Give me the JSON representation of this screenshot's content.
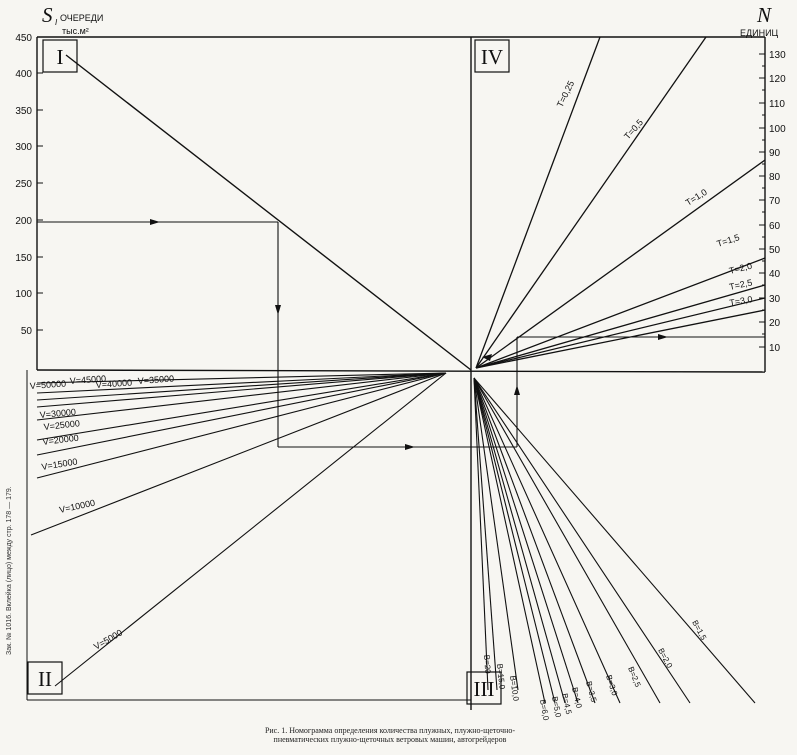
{
  "title_s": "S",
  "title_sub": "I",
  "title_word": "ОЧЕРЕДИ",
  "title_unit": "тыс.м²",
  "right_title_n": "N",
  "right_title_unit": "ЕДИНИЦ",
  "quadrants": [
    "I",
    "II",
    "III",
    "IV"
  ],
  "left_axis_ticks": [
    "450",
    "400",
    "350",
    "300",
    "250",
    "200",
    "150",
    "100",
    "50"
  ],
  "right_axis_ticks": [
    "130",
    "120",
    "110",
    "100",
    "90",
    "80",
    "70",
    "60",
    "50",
    "40",
    "30",
    "20",
    "10"
  ],
  "t_labels": [
    "T=0,25",
    "T=0,5",
    "T=1,0",
    "T=1,5",
    "T=2,0",
    "T=2,5",
    "T=3,0"
  ],
  "v_labels": [
    "V=50000",
    "V=45000",
    "V=40000",
    "V=35000",
    "V=30000",
    "V=25000",
    "V=20000",
    "V=15000",
    "V=10000",
    "V=5000"
  ],
  "b_labels": [
    "B=1,5",
    "B=2,0",
    "B=2,5",
    "B=3,0",
    "B=3,5",
    "B=4,0",
    "B=4,5",
    "B=5,0",
    "B=6,0",
    "B=10,0",
    "B=15,0",
    "B=20"
  ],
  "caption_line1": "Рис. 1. Номограмма определения количества плужных, плужно-щеточно-",
  "caption_line2": "пневматических плужно-щеточных ветровых машин, автогрейдеров",
  "side_note": "Зак. № 1016. Вклейка (лицо) между стр. 178 — 179."
}
